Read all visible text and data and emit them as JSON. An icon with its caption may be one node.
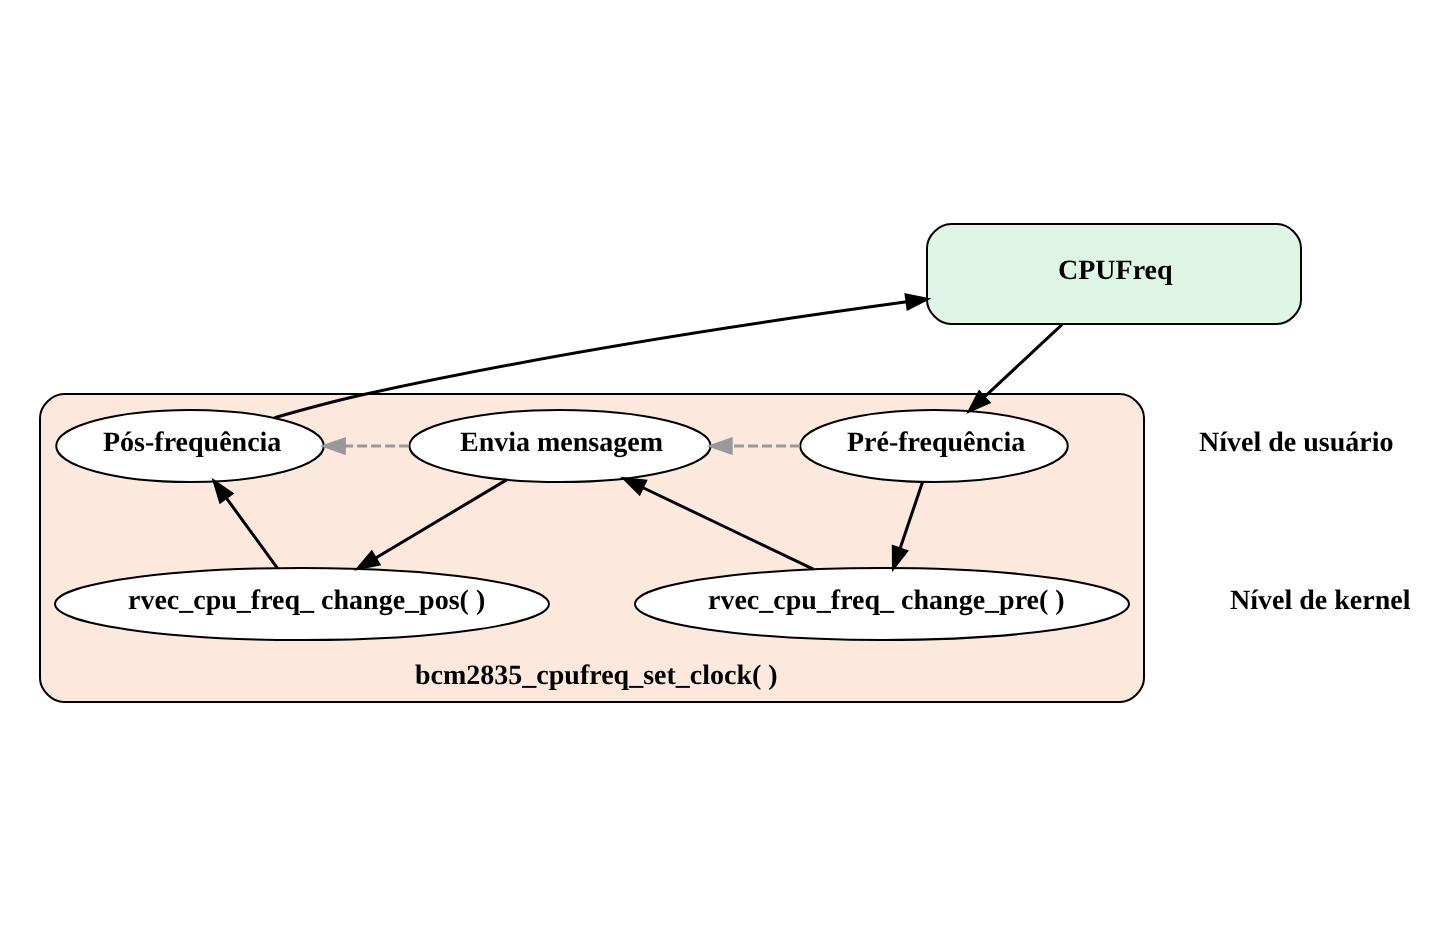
{
  "diagram": {
    "nodes": [
      {
        "text": [
          "CPUFreq"
        ]
      },
      {
        "text": [
          "bcm2835_cpufreq_set_clock( )"
        ]
      },
      {
        "text": [
          "Pré-frequência"
        ],
        "in": 1
      },
      {
        "text": [
          "Envia mensagem"
        ],
        "in": 1
      },
      {
        "text": [
          "Pós-frequência"
        ],
        "in": 1
      },
      {
        "text": [
          "rvec_cpu_freq_ change_pre( )"
        ],
        "in": 1
      },
      {
        "text": [
          "rvec_cpu_freq_ change_pos( )"
        ],
        "in": 1
      }
    ],
    "edges": [
      {
        "from": 0,
        "to": 2,
        "arrow": "to"
      },
      {
        "from": 2,
        "to": 3,
        "arrow": "to",
        "style": "dashed",
        "color": "#999999"
      },
      {
        "from": 3,
        "to": 4,
        "arrow": "to",
        "style": "dashed",
        "color": "#999999"
      },
      {
        "from": 2,
        "to": 5,
        "arrow": "to"
      },
      {
        "from": 5,
        "to": 3,
        "arrow": "to"
      },
      {
        "from": 3,
        "to": 6,
        "arrow": "to"
      },
      {
        "from": 6,
        "to": 4,
        "arrow": "to"
      },
      {
        "from": 4,
        "to": 0,
        "arrow": "to"
      }
    ],
    "labels": [
      "Nível de usuário",
      "Nível de kernel"
    ]
  }
}
